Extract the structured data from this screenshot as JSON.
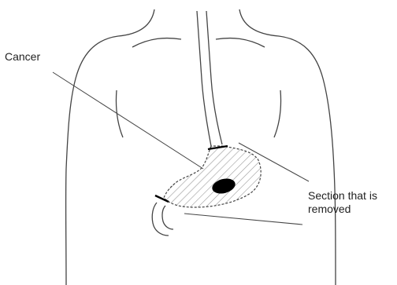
{
  "labels": {
    "cancer": "Cancer",
    "section_line1": "Section that is",
    "section_line2": "removed"
  },
  "colors": {
    "outline": "#444444",
    "hatch": "#9a9a9a",
    "tumor": "#000000",
    "text": "#222222"
  }
}
